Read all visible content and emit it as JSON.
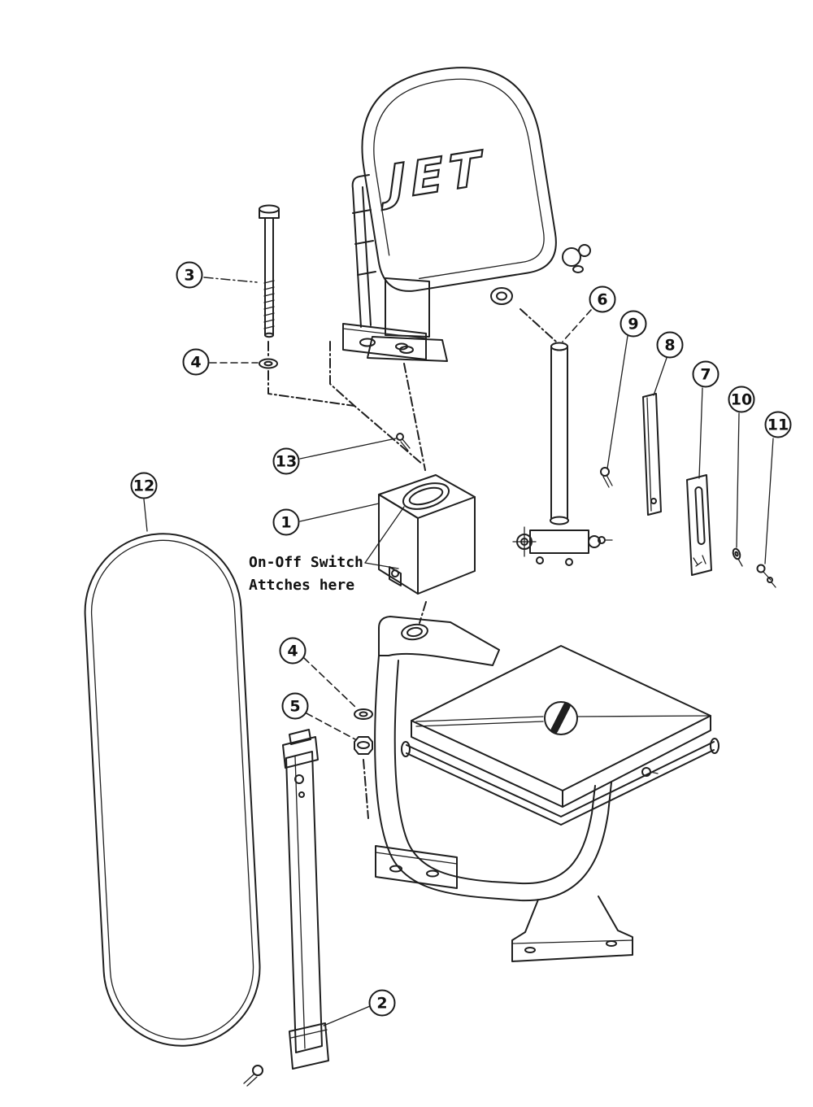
{
  "diagram": {
    "title_hint": "Exploded parts diagram of a JET band saw",
    "brand_logo": "JET",
    "annotation": {
      "line1": "On-Off Switch",
      "line2": "Attches here"
    },
    "colors": {
      "ink": "#1f1f1f",
      "background": "#ffffff"
    },
    "callouts": [
      {
        "key": "part-3",
        "label": "3"
      },
      {
        "key": "part-4-upper",
        "label": "4"
      },
      {
        "key": "part-13",
        "label": "13"
      },
      {
        "key": "part-1",
        "label": "1"
      },
      {
        "key": "part-12",
        "label": "12"
      },
      {
        "key": "part-6",
        "label": "6"
      },
      {
        "key": "part-9",
        "label": "9"
      },
      {
        "key": "part-8",
        "label": "8"
      },
      {
        "key": "part-7",
        "label": "7"
      },
      {
        "key": "part-10",
        "label": "10"
      },
      {
        "key": "part-11",
        "label": "11"
      },
      {
        "key": "part-4-lower",
        "label": "4"
      },
      {
        "key": "part-5",
        "label": "5"
      },
      {
        "key": "part-2",
        "label": "2"
      }
    ]
  }
}
